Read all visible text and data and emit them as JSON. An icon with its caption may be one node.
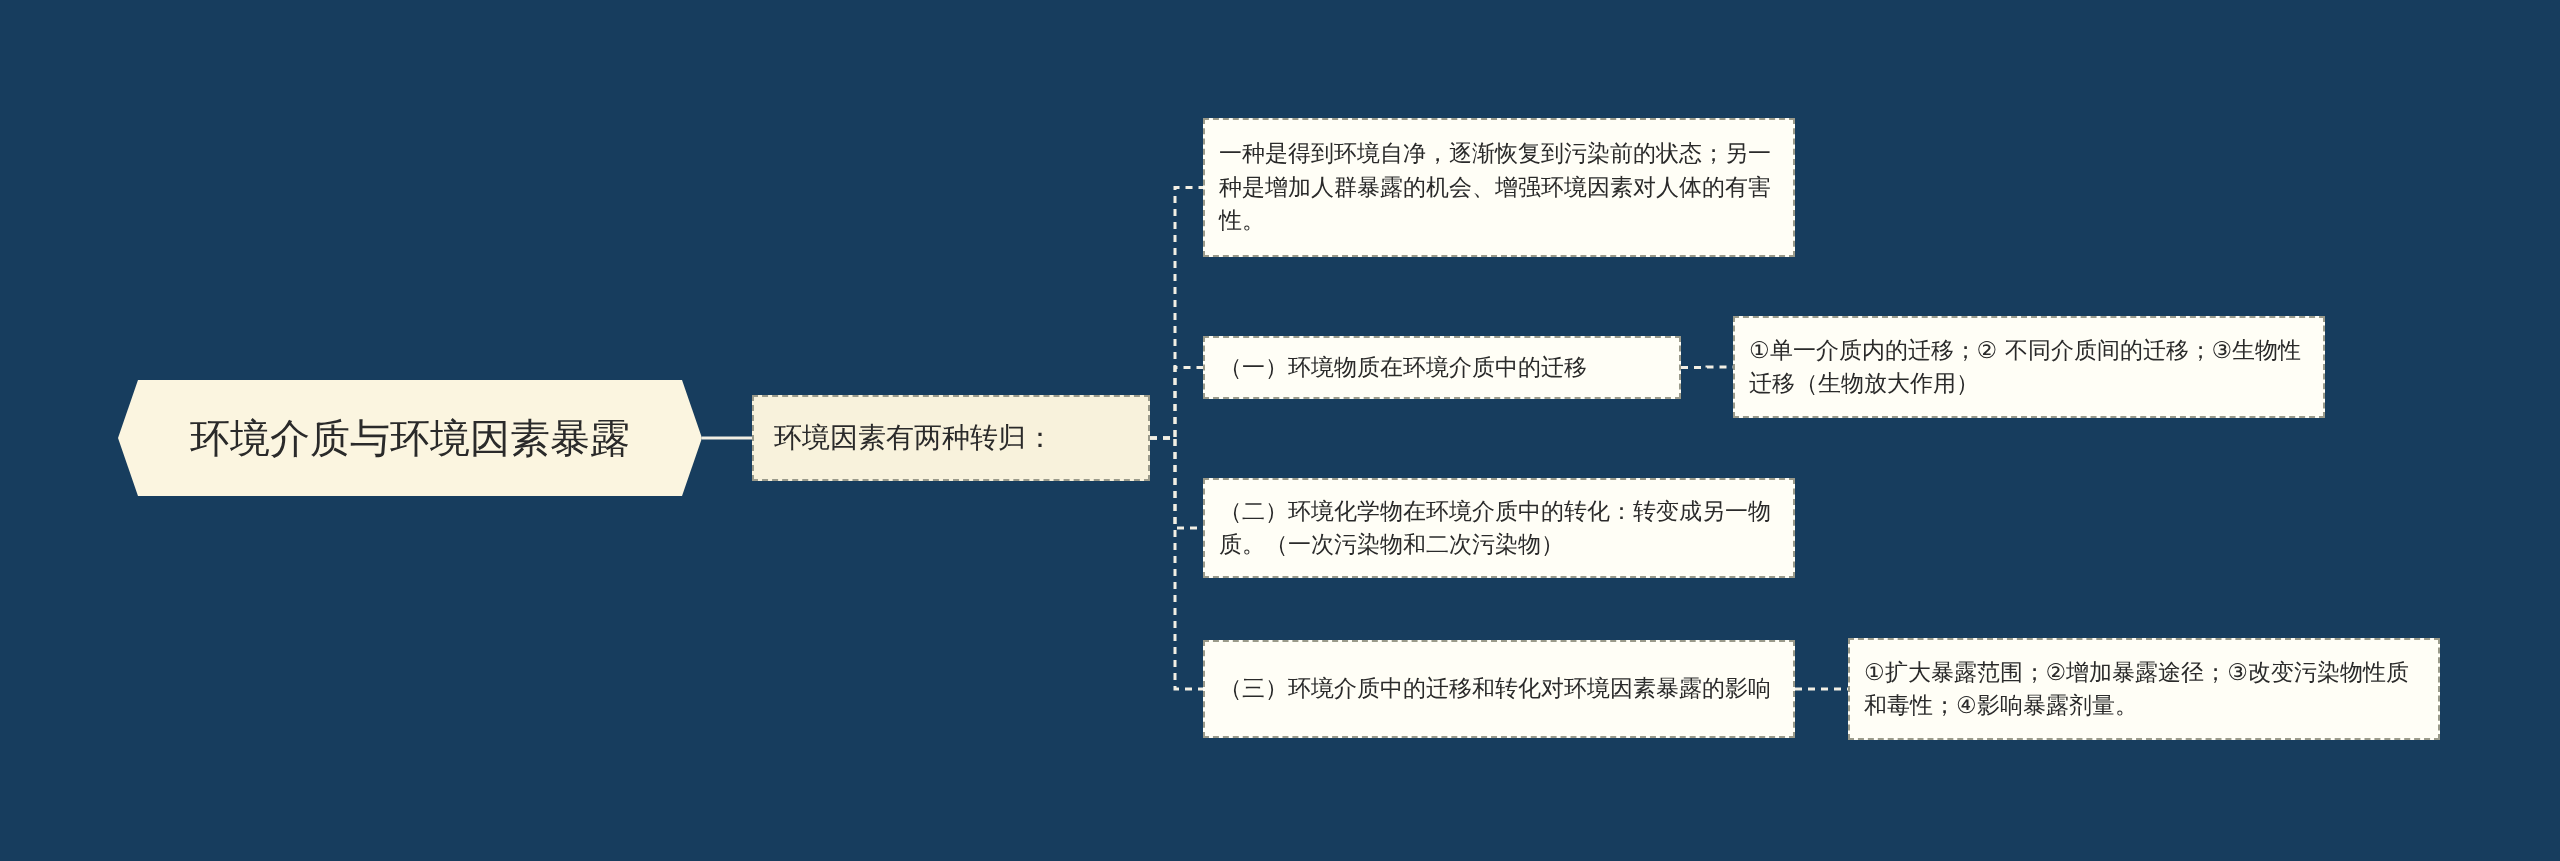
{
  "diagram": {
    "nodes": [
      {
        "text": [
          "环境介质与环境因素暴露"
        ]
      },
      {
        "text": [
          "环境因素有两种转归："
        ]
      },
      {
        "text": [
          "一种是得到环境自净，逐渐恢复到污染前的状态；另一种是增加人群暴露的机会、增强环境因素对人体的有害性。"
        ]
      },
      {
        "text": [
          "（一）环境物质在环境介质中的迁移"
        ]
      },
      {
        "text": [
          "①单一介质内的迁移；② 不同介质间的迁移；③生物性迁移（生物放大作用）"
        ]
      },
      {
        "text": [
          "（二）环境化学物在环境介质中的转化：转变成另一物质。（一次污染物和二次污染物）"
        ]
      },
      {
        "text": [
          "（三）环境介质中的迁移和转化对环境因素暴露的影响"
        ]
      },
      {
        "text": [
          "①扩大暴露范围；②增加暴露途径；③改变污染物性质和毒性；④影响暴露剂量。"
        ]
      }
    ],
    "edges": [
      {
        "from": 0,
        "to": 1,
        "arrow": "none"
      },
      {
        "from": 1,
        "to": 2,
        "arrow": "none",
        "style": "dashed"
      },
      {
        "from": 1,
        "to": 3,
        "arrow": "none",
        "style": "dashed"
      },
      {
        "from": 1,
        "to": 5,
        "arrow": "none",
        "style": "dashed"
      },
      {
        "from": 1,
        "to": 6,
        "arrow": "none",
        "style": "dashed"
      },
      {
        "from": 3,
        "to": 4,
        "arrow": "none",
        "style": "dashed"
      },
      {
        "from": 6,
        "to": 7,
        "arrow": "none",
        "style": "dashed"
      }
    ]
  }
}
